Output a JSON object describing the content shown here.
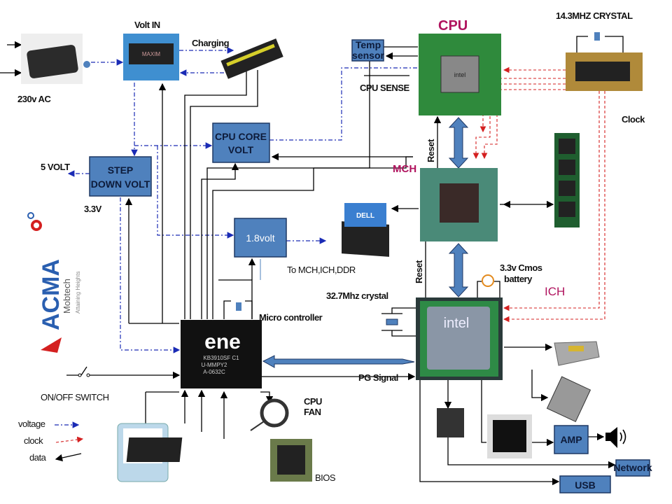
{
  "labels": {
    "volt_in": "Volt IN",
    "charging": "Charging",
    "ac": "230v AC",
    "temp_sensor_1": "Temp",
    "temp_sensor_2": "sensor",
    "cpu": "CPU",
    "cpu_sense": "CPU SENSE",
    "crystal_14": "14.3MHZ CRYSTAL",
    "clock": "Clock",
    "cpu_core_volt_1": "CPU CORE",
    "cpu_core_volt_2": "VOLT",
    "five_volt": "5 VOLT",
    "step_down_1": "STEP",
    "step_down_2": "DOWN VOLT",
    "v33": "3.3V",
    "v18": "1.8volt",
    "to_mch": "To MCH,ICH,DDR",
    "mch": "MCH",
    "reset": "Reset",
    "cmos_1": "3.3v Cmos",
    "cmos_2": "battery",
    "ich": "ICH",
    "crystal_32": "32.7Mhz crystal",
    "micro_controller": "Micro controller",
    "onoff": "ON/OFF SWITCH",
    "pg_signal": "PG Signal",
    "cpu_fan_1": "CPU",
    "cpu_fan_2": "FAN",
    "bios": "BIOS",
    "amp": "AMP",
    "network": "Network",
    "usb": "USB"
  },
  "chip_marks": {
    "ene": "ene",
    "ene_code": "KB3910SF C1",
    "ene_code2": "U-MMPY2",
    "ene_code3": "A-0632C",
    "intel": "intel",
    "dell": "DELL",
    "maxim": "MAXIM"
  },
  "legend": [
    {
      "label": "voltage",
      "color": "#1a2bb5"
    },
    {
      "label": "clock",
      "color": "#d42020"
    },
    {
      "label": "data",
      "color": "#000000"
    }
  ],
  "logo": {
    "name": "ACMA",
    "sub": "Mobtech",
    "tagline": "Attaining Heights"
  },
  "colors": {
    "box": "#4f81bd",
    "heading": "#b0135e",
    "voltage": "#1a2bb5",
    "clock": "#d42020"
  }
}
